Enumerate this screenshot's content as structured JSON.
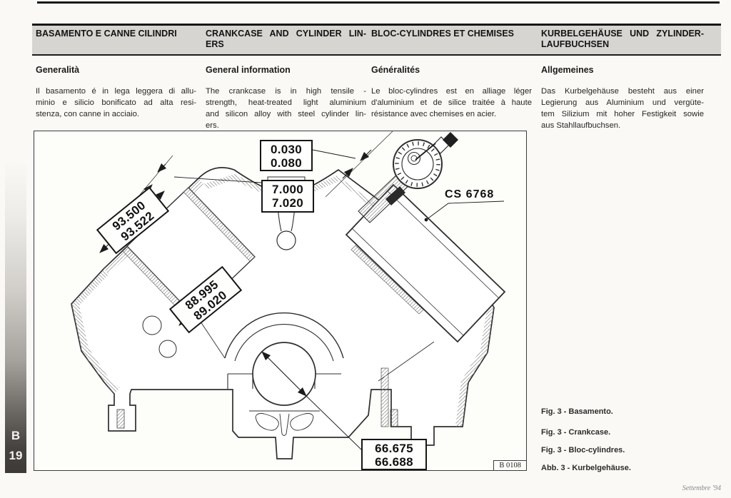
{
  "page": {
    "tab_letter": "B",
    "tab_number": "19",
    "footer_date": "Settembre '94"
  },
  "colors": {
    "band_bg": "#d7d5d1",
    "ink": "#1c1c1c",
    "tab_bg": "#3d3a37",
    "page_bg": "#faf9f5"
  },
  "columns": [
    {
      "heading_lines": [
        "BASAMENTO E CANNE CILINDRI"
      ],
      "subheading": "Generalità",
      "body_lines": [
        "Il basamento é in lega leggera di allu-",
        "minio e silicio bonificato ad alta resi-",
        "stenza, con canne in acciaio."
      ]
    },
    {
      "heading_lines": [
        "CRANKCASE AND CYLINDER LIN-",
        "ERS"
      ],
      "subheading": "General information",
      "body_lines": [
        "The crankcase is in high tensile -",
        "strength, heat-treated light aluminium",
        "and silicon alloy with steel cylinder lin-",
        "ers."
      ]
    },
    {
      "heading_lines": [
        "BLOC-CYLINDRES ET CHEMISES"
      ],
      "subheading": "Généralités",
      "body_lines": [
        "Le bloc-cylindres est en alliage léger",
        "d'aluminium et de silice traitée à haute",
        "résistance avec chemises en acier."
      ]
    },
    {
      "heading_lines": [
        "KURBELGEHÄUSE UND ZYLINDER-",
        "LAUFBUCHSEN"
      ],
      "subheading": "Allgemeines",
      "body_lines": [
        "Das Kurbelgehäuse besteht aus einer",
        "Legierung aus Aluminium und vergüte-",
        "tem Silizium mit hoher Festigkeit sowie",
        "aus Stahllaufbuchsen."
      ]
    }
  ],
  "figure": {
    "plate_code": "B 0108",
    "tool_label": "CS 6768",
    "dim_liner_protrusion": [
      "0.030",
      "0.080"
    ],
    "dim_liner_flange": [
      "7.000",
      "7.020"
    ],
    "dim_liner_seat_bore": [
      "93.500",
      "93.522"
    ],
    "dim_cylinder_bore": [
      "88.995",
      "89.020"
    ],
    "dim_main_bearing_bore": [
      "66.675",
      "66.688"
    ],
    "captions": [
      "Fig. 3 - Basamento.",
      "Fig. 3 - Crankcase.",
      "Fig. 3 - Bloc-cylindres.",
      "Abb. 3 - Kurbelgehäuse."
    ]
  }
}
